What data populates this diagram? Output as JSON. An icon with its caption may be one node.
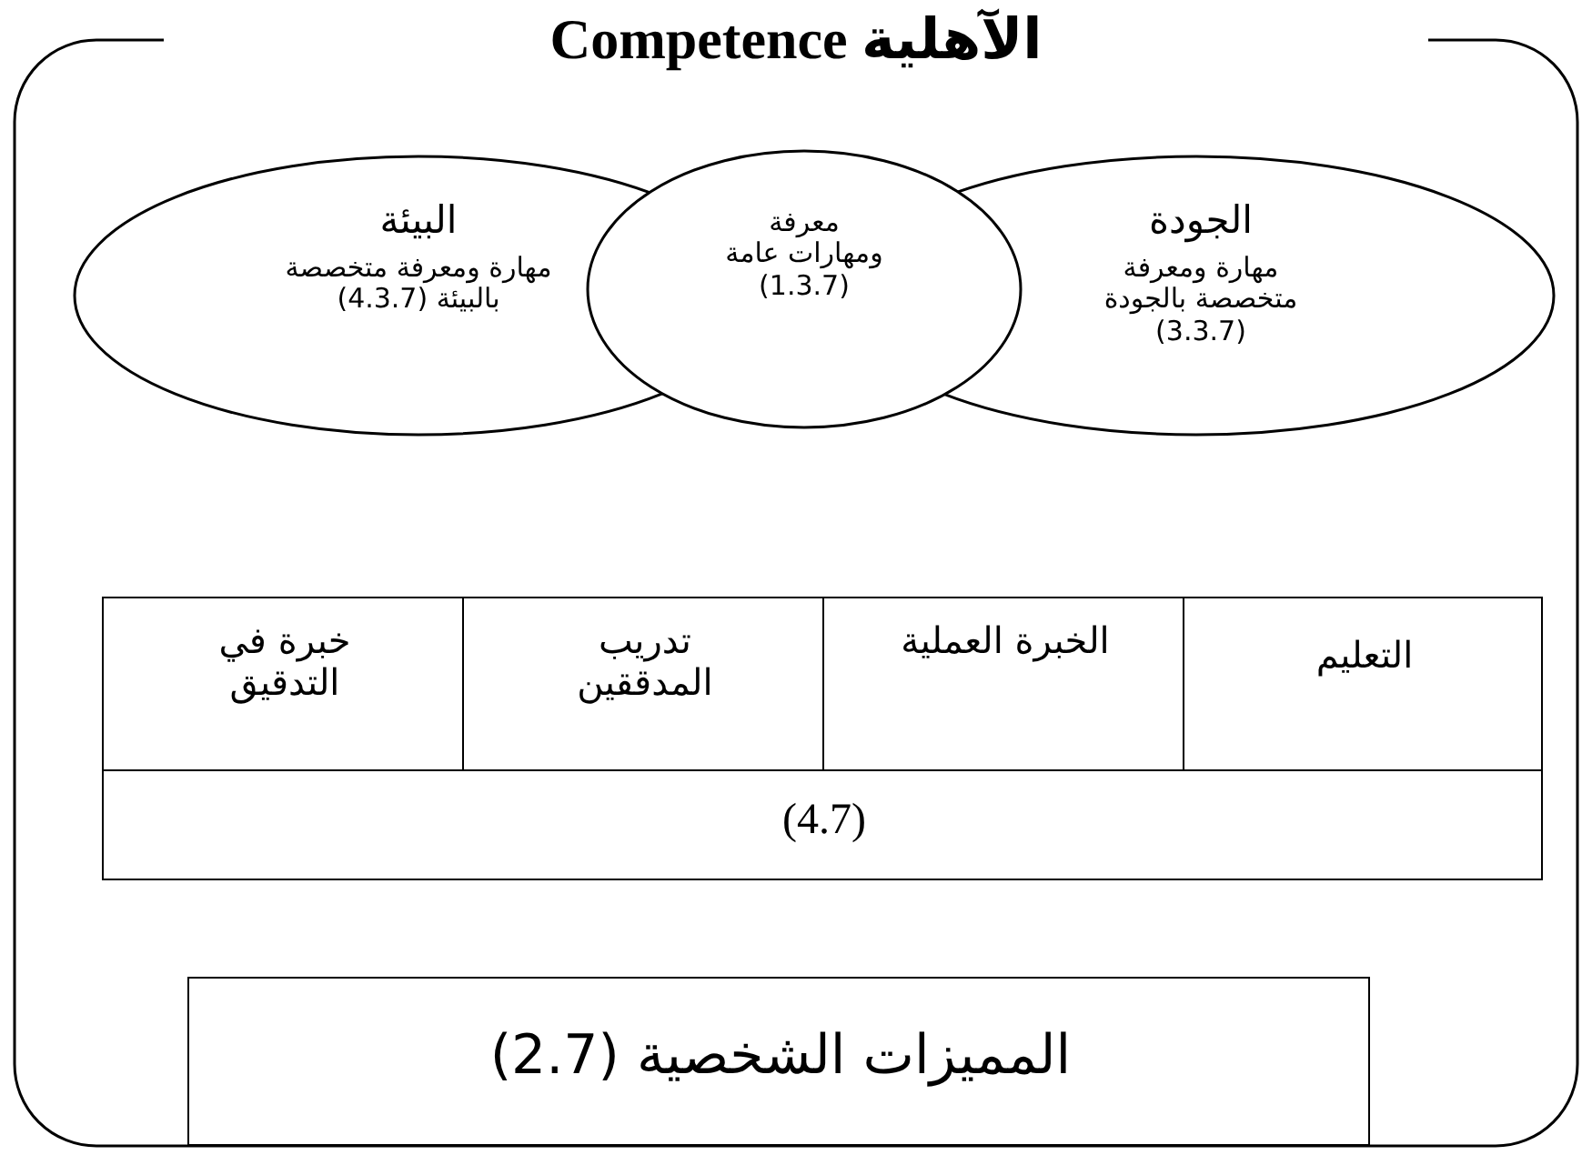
{
  "diagram": {
    "nodes": [
      {
        "text": [
          "الآهلية Competence"
        ]
      },
      {
        "text": [
          "البيئة",
          "مهارة ومعرفة متخصصة بالبيئة (4.3.7)"
        ],
        "in": 0
      },
      {
        "text": [
          "الجودة",
          "مهارة ومعرفة متخصصة بالجودة (3.3.7)"
        ],
        "in": 0
      },
      {
        "text": [
          "معرفة ومهارات عامة (1.3.7)"
        ],
        "in": 0
      },
      {
        "text": [
          "التعليم"
        ],
        "in": 0
      },
      {
        "text": [
          "الخبرة العملية"
        ],
        "in": 0
      },
      {
        "text": [
          "تدريب المدققين"
        ],
        "in": 0
      },
      {
        "text": [
          "خبرة في التدقيق"
        ],
        "in": 0
      },
      {
        "text": [
          "(4.7)"
        ],
        "in": 0
      },
      {
        "text": [
          "المميزات الشخصية (2.7)"
        ],
        "in": 0
      }
    ]
  }
}
